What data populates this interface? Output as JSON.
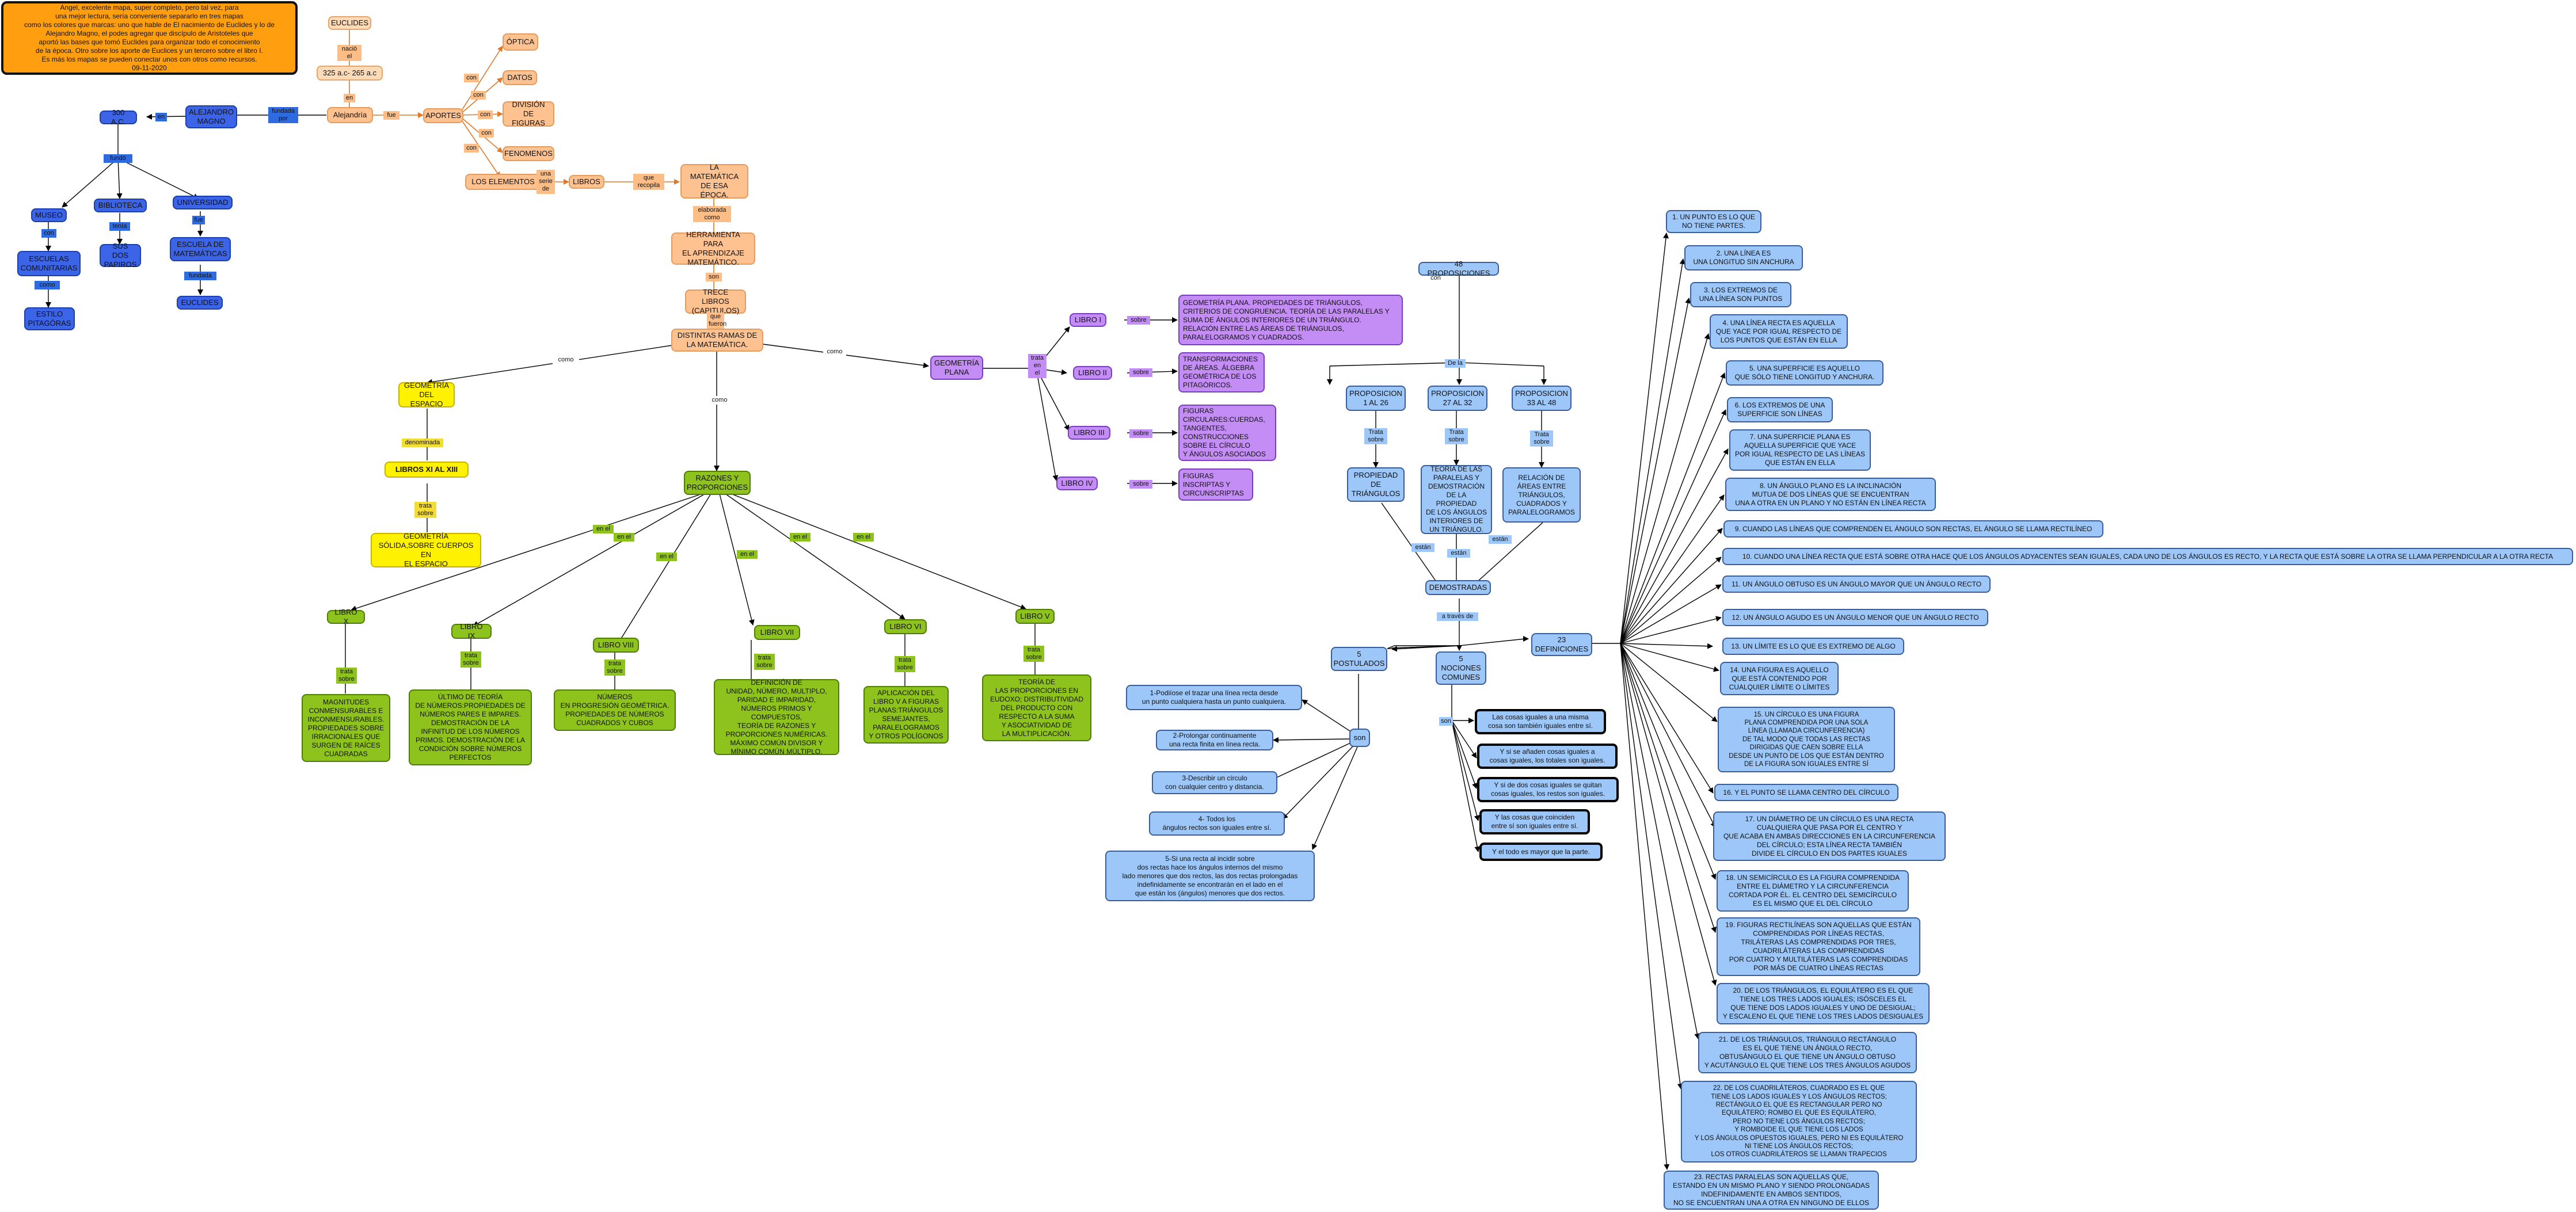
{
  "colors": {
    "orange": "#fdc290",
    "dark_blue": "#3c64e6",
    "purple": "#c48cf5",
    "yellow": "#fff200",
    "green": "#8ec21c",
    "light_blue": "#9cc7f8",
    "note": "#ff9f10"
  },
  "note": "Angel, excelente mapa, super completo, pero tal vez, para\nuna mejor lectura, sería conveniente separarlo en tres mapas\ncomo los colores que marcas:  uno que hable de El nacimiento de Euclides y lo de\nAlejandro Magno, el podes agregar que discípulo de Aristoteles que\naportó las bases que tomó Euclides para organizar todo el conocimiento\nde la época.  Otro sobre los aporte de Euclices y un tercero sobre el libro I.\nEs más los mapas se pueden conectar unos con otros como recursos.\n09-11-2020",
  "nodes": {
    "euclides_top": "EUCLIDES",
    "date": "325 a.c- 265 a.c",
    "alejandria": "Alejandría",
    "aportes": "APORTES",
    "optica": "ÓPTICA",
    "datos": "DATOS",
    "division": "DIVISIÓN\nDE FIGURAS",
    "fenomenos": "FENOMENOS",
    "elementos": "LOS ELEMENTOS",
    "libros": "LIBROS",
    "matematica": "LA MATEMÁTICA\nDE ESA\nÉPOCA.",
    "herramienta": "HERRAMIENTA PARA\nEL APRENDIZAJE\nMATEMÁTICO.",
    "trece": "TRECE LIBROS\n(CAPITULOS)",
    "ramas": "DISTINTAS RAMAS DE\nLA MATEMÁTICA.",
    "s300": "300 A.C.",
    "alejandro": "ALEJANDRO\nMAGNO",
    "museo": "MUSEO",
    "biblioteca": "BIBLIOTECA",
    "universidad": "UNIVERSIDAD",
    "escuelas": "ESCUELAS\nCOMUNITARIAS",
    "sus_pares": "SUS DOS\nPAPIROS",
    "escuela_mat": "ESCUELA DE\nMATEMÁTICAS",
    "euclides_b": "EUCLIDES",
    "estilo": "ESTILO\nPITAGÓRAS",
    "geo_espacio": "GEOMETRÍA\nDEL ESPACIO",
    "libros_xi": "LIBROS XI AL XIII",
    "geo_solida": "GEOMETRÍA\nSÓLIDA,SOBRE CUERPOS EN\nEL ESPACIO",
    "razones": "RAZONES Y\nPROPORCIONES",
    "geo_plana": "GEOMETRÍA\nPLANA",
    "libro_i": "LIBRO I",
    "libro_ii": "LIBRO II",
    "libro_iii": "LIBRO III",
    "libro_iv": "LIBRO IV",
    "p_libro_i": "GEOMETRÍA PLANA. PROPIEDADES DE TRIÁNGULOS,\nCRITERIOS DE CONGRUENCIA. TEORÍA DE LAS PARALELAS Y\nSUMA DE ÁNGULOS INTERIORES DE UN TRIÁNGULO.\nRELACIÓN ENTRE LAS ÁREAS DE TRIÁNGULOS,\nPARALELOGRAMOS Y CUADRADOS.",
    "p_libro_ii": "TRANSFORMACIONES\nDE ÁREAS. ÁLGEBRA\nGEOMÉTRICA DE LOS\nPITAGÓRICOS.",
    "p_libro_iii": "FIGURAS\nCIRCULARES:CUERDAS,\nTANGENTES,\nCONSTRUCCIONES\nSOBRE EL CÍRCULO\nY ÁNGULOS ASOCIADOS",
    "p_libro_iv": "FIGURAS\nINSCRIPTAS Y\nCIRCUNSCRIPTAS",
    "libro_x": "LIBRO X",
    "libro_ix": "LIBRO IX",
    "libro_viii": "LIBRO VIII",
    "libro_vii": "LIBRO VII",
    "libro_vi": "LIBRO VI",
    "libro_v": "LIBRO V",
    "g_x": "MAGNITUDES\nCONMENSURABLES E\nINCONMENSURABLES.\nPROPIEDADES SOBRE\nIRRACIONALES QUE\nSURGEN DE RAÍCES\nCUADRADAS",
    "g_ix": "ÚLTIMO DE TEORÍA\nDE NÚMEROS:PROPIEDADES DE\nNÚMEROS PARES E IMPARES.\nDEMOSTRACIÓN DE LA\nINFINITUD DE LOS NÚMEROS\nPRIMOS. DEMOSTRACIÓN DE LA\nCONDICIÓN SOBRE NÚMEROS\nPERFECTOS",
    "g_viii": "NÚMEROS\nEN PROGRESIÓN GEOMÉTRICA.\nPROPIEDADES DE NÚMEROS\nCUADRADOS Y CUBOS",
    "g_vii": "DEFINICIÓN DE\nUNIDAD, NÚMERO, MULTIPLO,\nPARIDAD E IMPARIDAD,\nNÚMEROS PRIMOS Y COMPUESTOS,\nTEORÍA DE RAZONES Y\nPROPORCIONES NUMÉRICAS.\nMÁXIMO COMÚN DIVISOR Y\nMÍNIMO COMÚN MÚLTIPLO.",
    "g_vi": "APLICACIÓN DEL\nLIBRO V A FIGURAS\nPLANAS:TRIÁNGULOS\nSEMEJANTES,\nPARALELOGRAMOS\nY OTROS POLÍGONOS",
    "g_v": "TEORÍA DE\nLAS PROPORCIONES EN\nEUDOXO; DISTRIBUTIVIDAD\nDEL PRODUCTO CON\nRESPECTO A LA SUMA\nY ASOCIATIVIDAD DE\nLA MULTIPLICACIÓN.",
    "p48": "48 PROPOSICIONES",
    "prop_1": "PROPOSICION\n1 AL 26",
    "prop_2": "PROPOSICION\n27 AL 32",
    "prop_3": "PROPOSICION\n33 AL 48",
    "propiedad": "PROPIEDAD\nDE\nTRIÁNGULOS",
    "teoria_par": "TEORÍA DE LAS\nPARALELAS Y\nDEMOSTRACIÓN\nDE LA PROPIEDAD\nDE LOS ÁNGULOS\nINTERIORES DE\nUN TRIÁNGULO.",
    "relacion_areas": "RELACIÓN DE\nÁREAS ENTRE\nTRIÁNGULOS,\nCUADRADOS Y\nPARALELOGRAMOS",
    "demostradas": "DEMOSTRADAS",
    "postulados": "5\nPOSTULADOS",
    "nociones": "5\nNOCIONES\nCOMUNES",
    "definiciones": "23\nDEFINICIONES",
    "son": "son",
    "post_1": "1-Podiíose el trazar una línea recta desde\nun punto cualquiera hasta un punto cualquiera.",
    "post_2": "2-Prolongar continuamente\nuna recta finita en línea recta.",
    "post_3": "3-Describir un círculo\ncon cualquier centro y distancia.",
    "post_4": "4- Todos los\nángulos rectos son iguales entre sí.",
    "post_5": "5-Si una recta al incidir sobre\ndos rectas hace los ángulos internos del mismo\nlado menores que dos rectos, las dos rectas prolongadas\nindefinidamente se encontrarán en el lado en el\nque están los (ángulos) menores que dos rectos.",
    "noc_1": "Las cosas iguales a una misma\ncosa son también iguales entre sí.",
    "noc_2": "Y si se añaden cosas iguales a\ncosas iguales, los totales son iguales.",
    "noc_3": "Y si de dos cosas iguales se quitan\ncosas iguales, los restos son iguales.",
    "noc_4": "Y las cosas que coinciden\nentre sí son iguales entre sí.",
    "noc_5": "Y el todo es mayor que la parte.",
    "def_1": "1. UN PUNTO ES LO QUE\nNO TIENE PARTES.",
    "def_2": "2. UNA LÍNEA ES\nUNA LONGITUD SIN ANCHURA",
    "def_3": "3. LOS EXTREMOS DE\nUNA LÍNEA SON PUNTOS",
    "def_4": "4. UNA LÍNEA RECTA ES AQUELLA\nQUE YACE POR IGUAL RESPECTO DE\nLOS PUNTOS QUE ESTÁN EN ELLA",
    "def_5": "5. UNA SUPERFICIE ES AQUELLO\nQUE SÓLO TIENE LONGITUD Y ANCHURA.",
    "def_6": "6. LOS EXTREMOS DE UNA\nSUPERFICIE SON LÍNEAS",
    "def_7": "7. UNA SUPERFICIE PLANA ES\nAQUELLA SUPERFICIE QUE YACE\nPOR IGUAL RESPECTO DE LAS LÍNEAS\nQUE ESTÁN EN ELLA",
    "def_8": "8. UN ÁNGULO PLANO ES LA INCLINACIÓN\nMUTUA DE DOS LÍNEAS QUE SE ENCUENTRAN\nUNA A OTRA EN UN PLANO Y NO ESTÁN EN LÍNEA RECTA",
    "def_9": "9. CUANDO LAS LÍNEAS QUE COMPRENDEN EL ÁNGULO SON RECTAS, EL ÁNGULO SE LLAMA RECTILÍNEO",
    "def_10": "10. CUANDO UNA LÍNEA RECTA QUE ESTÁ SOBRE OTRA HACE QUE LOS ÁNGULOS ADYACENTES SEAN IGUALES, CADA UNO DE LOS ÁNGULOS ES RECTO, Y LA RECTA QUE ESTÁ SOBRE LA OTRA SE LLAMA PERPENDICULAR A LA OTRA RECTA",
    "def_11": "11. UN ÁNGULO OBTUSO ES UN ÁNGULO MAYOR QUE UN ÁNGULO RECTO",
    "def_12": "12. UN ÁNGULO AGUDO ES UN ÁNGULO MENOR QUE UN ÁNGULO RECTO",
    "def_13": "13. UN LÍMITE ES LO QUE ES EXTREMO DE ALGO",
    "def_14": "14. UNA FIGURA ES AQUELLO\nQUE ESTÁ CONTENIDO POR\nCUALQUIER LÍMITE O LÍMITES",
    "def_15": "15. UN CÍRCULO ES UNA FIGURA\nPLANA COMPRENDIDA POR UNA SOLA\nLÍNEA (LLAMADA CIRCUNFERENCIA)\nDE TAL MODO QUE TODAS LAS RECTAS\nDIRIGIDAS QUE CAEN SOBRE ELLA\nDESDE UN PUNTO DE LOS QUE ESTÁN DENTRO\nDE LA FIGURA SON IGUALES ENTRE SÍ",
    "def_16": "16. Y EL PUNTO SE LLAMA CENTRO DEL CÍRCULO",
    "def_17": "17. UN DIÁMETRO DE UN CÍRCULO ES UNA RECTA\nCUALQUIERA QUE PASA POR EL CENTRO Y\nQUE ACABA EN AMBAS DIRECCIONES EN LA CIRCUNFERENCIA\nDEL CÍRCULO; ESTA LÍNEA RECTA TAMBIÉN\nDIVIDE EL CÍRCULO EN DOS PARTES IGUALES",
    "def_18": "18. UN SEMICÍRCULO ES LA FIGURA COMPRENDIDA\nENTRE EL DIÁMETRO Y LA CIRCUNFERENCIA\nCORTADA POR ÉL. EL CENTRO DEL SEMICÍRCULO\nES EL MISMO QUE EL DEL CÍRCULO",
    "def_19": "19. FIGURAS RECTILÍNEAS SON AQUELLAS QUE ESTÁN\nCOMPRENDIDAS POR LÍNEAS RECTAS,\nTRILÁTERAS LAS COMPRENDIDAS POR TRES,\nCUADRILÁTERAS LAS COMPRENDIDAS\nPOR CUATRO Y MULTILÁTERAS LAS COMPRENDIDAS\nPOR MÁS DE CUATRO LÍNEAS RECTAS",
    "def_20": "20. DE LOS TRIÁNGULOS, EL EQUILÁTERO ES EL QUE\nTIENE LOS TRES LADOS IGUALES; ISÓSCELES EL\nQUE TIENE DOS LADOS IGUALES Y UNO DE DESIGUAL;\nY ESCALENO EL QUE TIENE LOS TRES LADOS DESIGUALES",
    "def_21": "21. DE LOS TRIÁNGULOS, TRIÁNGULO RECTÁNGULO\nES EL QUE TIENE UN ÁNGULO RECTO,\nOBTUSÁNGULO EL QUE TIENE UN ÁNGULO OBTUSO\nY ACUTÁNGULO EL QUE TIENE LOS TRES ÁNGULOS AGUDOS",
    "def_22": "22. DE LOS CUADRILÁTEROS, CUADRADO ES EL QUE\nTIENE LOS LADOS IGUALES Y LOS ÁNGULOS RECTOS;\nRECTÁNGULO EL QUE ES RECTANGULAR PERO NO\nEQUILÁTERO; ROMBO EL QUE ES EQUILÁTERO,\nPERO NO TIENE LOS ÁNGULOS RECTOS;\nY ROMBOIDE EL QUE TIENE LOS LADOS\nY LOS ÁNGULOS OPUESTOS IGUALES, PERO NI ES EQUILÁTERO\nNI TIENE LOS ÁNGULOS RECTOS;\nLOS OTROS CUADRILÁTEROS SE LLAMAN TRAPECIOS",
    "def_23": "23. RECTAS PARALELAS SON AQUELLAS QUE,\nESTANDO EN UN MISMO PLANO Y SIENDO PROLONGADAS\nINDEFINIDAMENTE EN AMBOS SENTIDOS,\nNO SE ENCUENTRAN UNA A OTRA EN NINGUNO DE ELLOS"
  },
  "labels": {
    "nacio_el": "nació el",
    "en": "en",
    "fue": "fue",
    "con_a": "con",
    "con_b": "con",
    "con_c": "con",
    "con_d": "con",
    "con_e": "con",
    "una_serie_de": "una\nserie\nde",
    "que_recopila": "que\nrecopila",
    "elaborada_como": "elaborada\ncomo",
    "son_e": "son",
    "que_fueron": "que\nfueron",
    "fundada_por": "fundada\npor",
    "en_b": "en",
    "fundo": "fundó",
    "con_mus": "con",
    "tenia": "tenía",
    "fue_u": "fue",
    "fundada_e": "fundada",
    "como_e": "como",
    "como_1": "como",
    "como_2": "como",
    "como_3": "como",
    "trata_en": "trata\nen\nel",
    "sobre_1": "sobre",
    "sobre_2": "sobre",
    "sobre_3": "sobre",
    "sobre_4": "sobre",
    "denominada": "denominada",
    "trata_sobre_y": "trata\nsobre",
    "en_el_x": "en el",
    "en_el_ix": "en el",
    "en_el_viii": "en el",
    "en_el_vii": "en el",
    "en_el_vi": "en el",
    "en_el_v": "en el",
    "ts_x": "trata\nsobre",
    "ts_ix": "trata\nsobre",
    "ts_viii": "trata\nsobre",
    "ts_vii": "trata\nsobre",
    "ts_vi": "trata\nsobre",
    "ts_v": "trata\nsobre",
    "con": "con",
    "de_la": "De la",
    "ts_p1": "Trata\nsobre",
    "ts_p2": "Trata\nsobre",
    "ts_p3": "Trata\nsobre",
    "estan": "están",
    "estan_b": "están",
    "estan_c": "están",
    "a_traves_de": "a través de",
    "son_n": "son"
  }
}
